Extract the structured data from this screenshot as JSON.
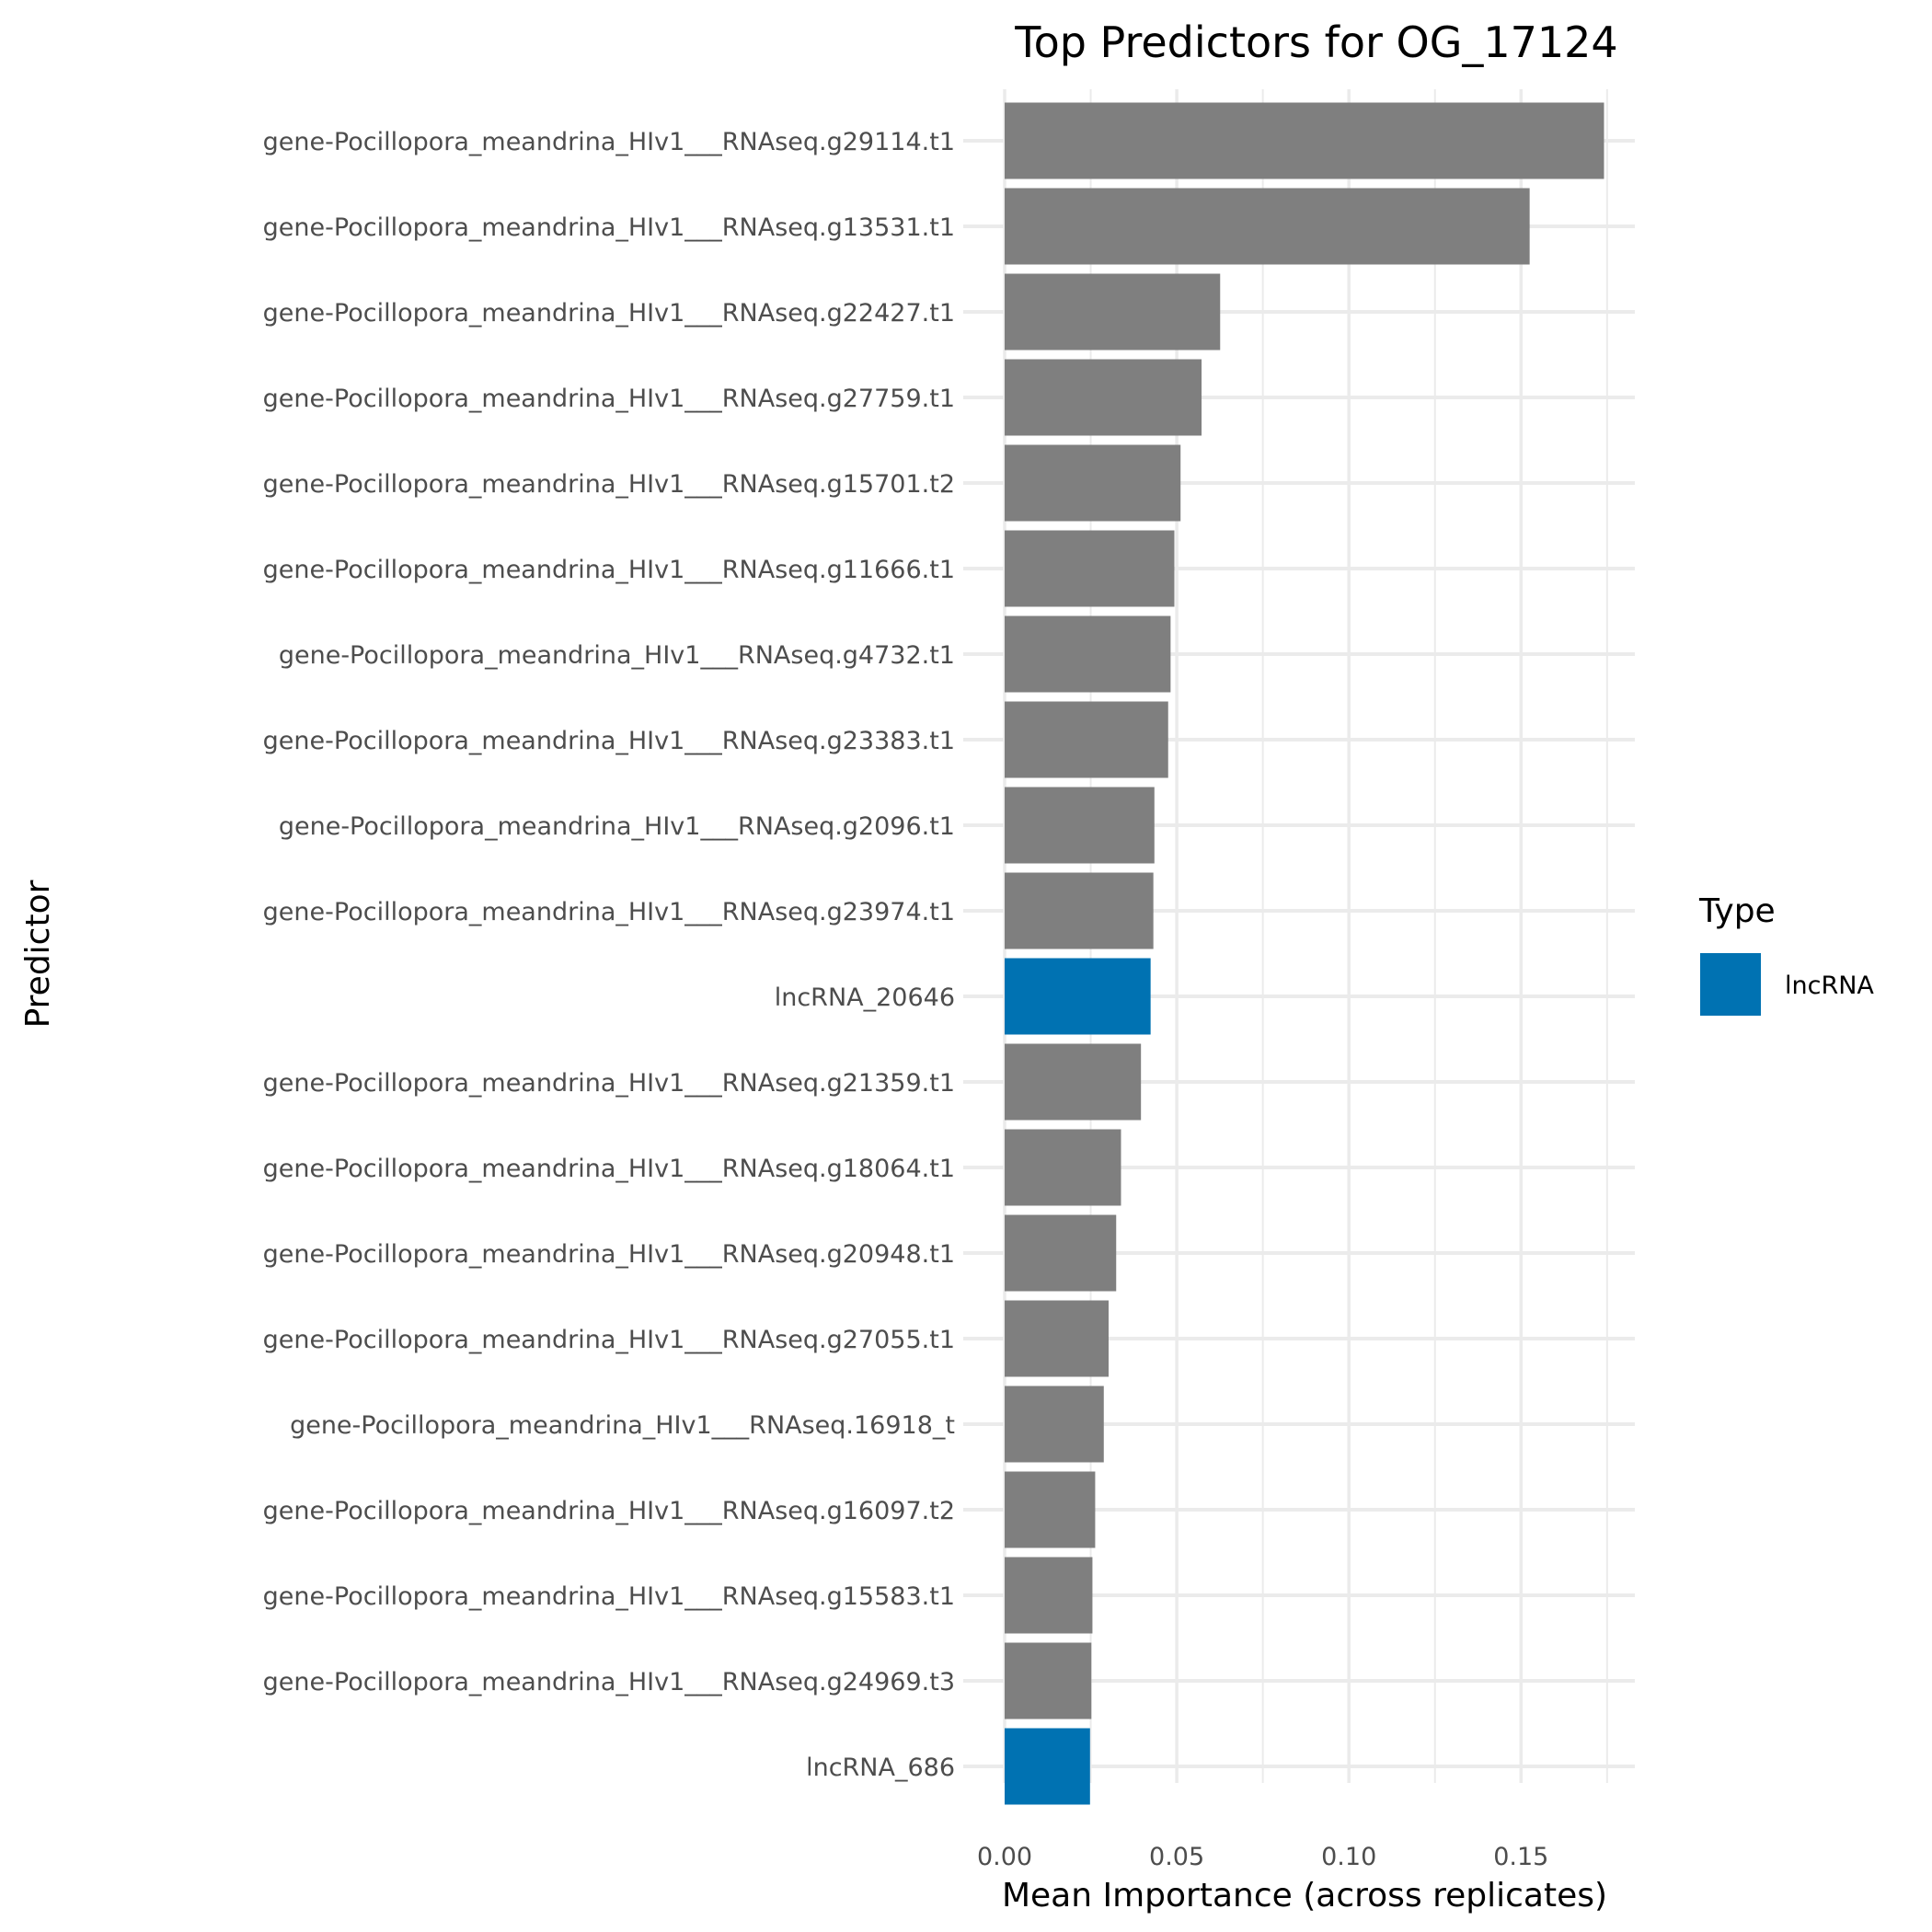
{
  "chart_data": {
    "type": "bar",
    "orientation": "horizontal",
    "title": "Top Predictors for OG_17124",
    "xlabel": "Mean Importance (across replicates)",
    "ylabel": "Predictor",
    "xlim": [
      0,
      0.18
    ],
    "xticks": [
      0.0,
      0.05,
      0.1,
      0.15
    ],
    "xtick_labels": [
      "0.00",
      "0.05",
      "0.10",
      "0.15"
    ],
    "grid": true,
    "legend": {
      "title": "Type",
      "position": "right",
      "entries": [
        {
          "label": "lncRNA",
          "color": "#0072B2"
        }
      ]
    },
    "default_color": "#7F7F7F",
    "categories": [
      "gene-Pocillopora_meandrina_HIv1___RNAseq.g29114.t1",
      "gene-Pocillopora_meandrina_HIv1___RNAseq.g13531.t1",
      "gene-Pocillopora_meandrina_HIv1___RNAseq.g22427.t1",
      "gene-Pocillopora_meandrina_HIv1___RNAseq.g27759.t1",
      "gene-Pocillopora_meandrina_HIv1___RNAseq.g15701.t2",
      "gene-Pocillopora_meandrina_HIv1___RNAseq.g11666.t1",
      "gene-Pocillopora_meandrina_HIv1___RNAseq.g4732.t1",
      "gene-Pocillopora_meandrina_HIv1___RNAseq.g23383.t1",
      "gene-Pocillopora_meandrina_HIv1___RNAseq.g2096.t1",
      "gene-Pocillopora_meandrina_HIv1___RNAseq.g23974.t1",
      "lncRNA_20646",
      "gene-Pocillopora_meandrina_HIv1___RNAseq.g21359.t1",
      "gene-Pocillopora_meandrina_HIv1___RNAseq.g18064.t1",
      "gene-Pocillopora_meandrina_HIv1___RNAseq.g20948.t1",
      "gene-Pocillopora_meandrina_HIv1___RNAseq.g27055.t1",
      "gene-Pocillopora_meandrina_HIv1___RNAseq.16918_t",
      "gene-Pocillopora_meandrina_HIv1___RNAseq.g16097.t2",
      "gene-Pocillopora_meandrina_HIv1___RNAseq.g15583.t1",
      "gene-Pocillopora_meandrina_HIv1___RNAseq.g24969.t3",
      "lncRNA_686"
    ],
    "values": [
      0.1741,
      0.1525,
      0.0626,
      0.0572,
      0.0511,
      0.0493,
      0.0482,
      0.0475,
      0.0435,
      0.0432,
      0.0424,
      0.0396,
      0.0338,
      0.0324,
      0.0302,
      0.0288,
      0.0263,
      0.0255,
      0.0252,
      0.0248
    ],
    "types": [
      "gene",
      "gene",
      "gene",
      "gene",
      "gene",
      "gene",
      "gene",
      "gene",
      "gene",
      "gene",
      "lncRNA",
      "gene",
      "gene",
      "gene",
      "gene",
      "gene",
      "gene",
      "gene",
      "gene",
      "lncRNA"
    ]
  }
}
